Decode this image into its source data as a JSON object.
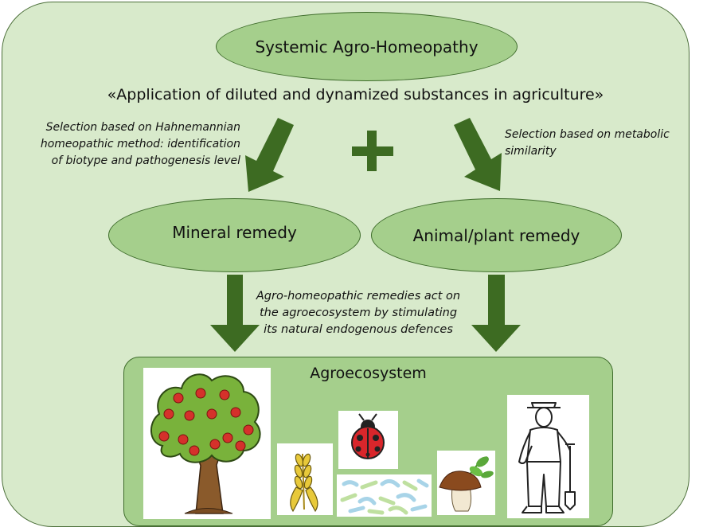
{
  "top_title": "Systemic Agro-Homeopathy",
  "headline": "«Application of diluted and dynamized substances in agriculture»",
  "left_note": [
    "Selection based on Hahnemannian",
    "homeopathic method: identification",
    "of biotype and pathogenesis level"
  ],
  "right_note": [
    "Selection based on metabolic",
    "similarity"
  ],
  "mineral_remedy": "Mineral remedy",
  "animal_plant_remedy": "Animal/plant remedy",
  "middle_note": [
    "Agro-homeopathic remedies act on",
    "the agroecosystem by stimulating",
    "its natural endogenous defences"
  ],
  "agroecosystem_title": "Agroecosystem",
  "colors": {
    "background": "#d8eacb",
    "ellipse_fill": "#a5cf8c",
    "arrow": "#3d6b22",
    "border": "#3f6d2c"
  },
  "icons": [
    "plus-icon",
    "apple-tree-icon",
    "wheat-icon",
    "ladybug-icon",
    "microbes-icon",
    "mushroom-sprout-icon",
    "farmer-icon"
  ]
}
